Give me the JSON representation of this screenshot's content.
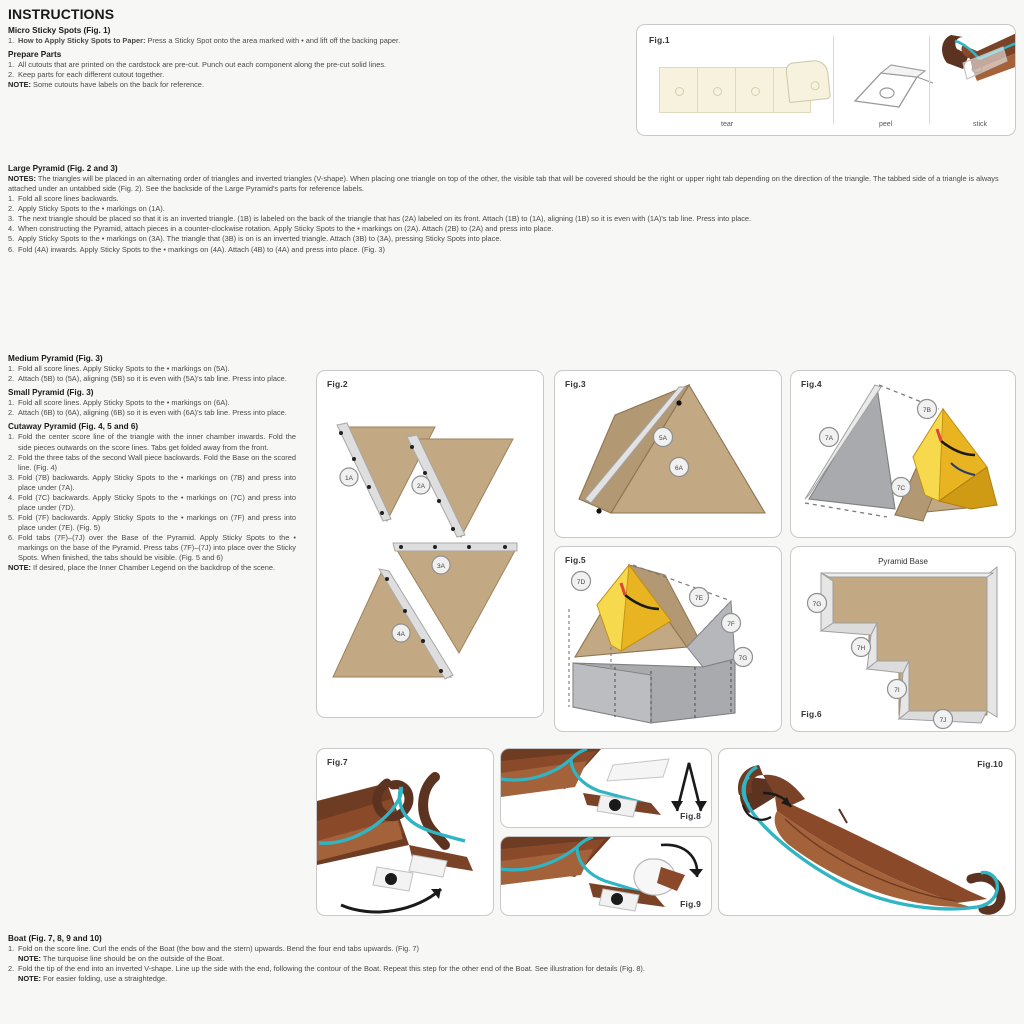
{
  "document": {
    "title": "INSTRUCTIONS"
  },
  "sections": {
    "micro_sticky": {
      "heading": "Micro Sticky Spots (Fig. 1)",
      "steps": [
        {
          "num": "1.",
          "lead": "How to Apply Sticky Spots to Paper:",
          "text": " Press a Sticky Spot onto the area marked with • and lift off the backing paper."
        }
      ]
    },
    "prepare_parts": {
      "heading": "Prepare Parts",
      "steps": [
        {
          "num": "1.",
          "text": "All cutouts that are printed on the cardstock are pre-cut. Punch out each component along the pre-cut solid lines."
        },
        {
          "num": "2.",
          "text": "Keep parts for each different cutout together."
        }
      ],
      "note_label": "NOTE:",
      "note": " Some cutouts have labels on the back for reference."
    },
    "large_pyramid": {
      "heading": "Large Pyramid (Fig. 2 and 3)",
      "notes_label": "NOTES:",
      "notes": " The triangles will be placed in an alternating order of triangles and inverted triangles (V-shape). When placing one triangle on top of the other, the visible tab that will be covered should be the right or upper right tab depending on the direction of the triangle. The tabbed side of a triangle is always attached under an untabbed side (Fig. 2). See the backside of the Large Pyramid's parts for reference labels.",
      "steps": [
        {
          "num": "1.",
          "text": "Fold all score lines backwards."
        },
        {
          "num": "2.",
          "text": "Apply Sticky Spots to the • markings on (1A)."
        },
        {
          "num": "3.",
          "text": "The next triangle should be placed so that it is an inverted triangle. (1B) is labeled on the back of the triangle that has (2A) labeled on its front. Attach (1B) to (1A), aligning (1B) so it is even with (1A)'s tab line. Press into place."
        },
        {
          "num": "4.",
          "text": "When constructing the Pyramid, attach pieces in a counter-clockwise rotation. Apply Sticky Spots to the • markings on (2A). Attach (2B) to (2A) and press into place."
        },
        {
          "num": "5.",
          "text": "Apply Sticky Spots to the • markings on (3A). The triangle that (3B) is on is an inverted triangle. Attach (3B) to (3A), pressing Sticky Spots into place."
        },
        {
          "num": "6.",
          "text": "Fold (4A) inwards. Apply Sticky Spots to the • markings on (4A). Attach (4B) to (4A) and press into place. (Fig. 3)"
        }
      ]
    },
    "medium_pyramid": {
      "heading": "Medium Pyramid (Fig. 3)",
      "steps": [
        {
          "num": "1.",
          "text": "Fold all score lines. Apply Sticky Spots to the • markings on (5A)."
        },
        {
          "num": "2.",
          "text": "Attach (5B) to (5A), aligning (5B) so it is even with (5A)'s tab line. Press into place."
        }
      ]
    },
    "small_pyramid": {
      "heading": "Small Pyramid (Fig. 3)",
      "steps": [
        {
          "num": "1.",
          "text": "Fold all score lines. Apply Sticky Spots to the • markings on (6A)."
        },
        {
          "num": "2.",
          "text": "Attach (6B) to (6A), aligning (6B) so it is even with (6A)'s tab line. Press into place."
        }
      ]
    },
    "cutaway_pyramid": {
      "heading": "Cutaway Pyramid (Fig. 4, 5 and 6)",
      "steps": [
        {
          "num": "1.",
          "text": "Fold the center score line of the triangle with the inner chamber inwards. Fold the side pieces outwards on the score lines. Tabs get folded away from the front."
        },
        {
          "num": "2.",
          "text": "Fold the three tabs of the second Wall piece backwards. Fold the Base on the scored line. (Fig. 4)"
        },
        {
          "num": "3.",
          "text": "Fold (7B) backwards. Apply Sticky Spots to the • markings on (7B) and press into place under (7A)."
        },
        {
          "num": "4.",
          "text": "Fold (7C) backwards. Apply Sticky Spots to the • markings on (7C) and press into place under (7D)."
        },
        {
          "num": "5.",
          "text": "Fold (7F) backwards. Apply Sticky Spots to the • markings on (7F) and press into place under (7E). (Fig. 5)"
        },
        {
          "num": "6.",
          "text": "Fold tabs (7F)–(7J) over the Base of the Pyramid. Apply Sticky Spots to the • markings on the base of the Pyramid. Press tabs (7F)–(7J) into place over the Sticky Spots. When finished, the tabs should be visible. (Fig. 5 and 6)"
        }
      ],
      "note_label": "NOTE:",
      "note": " If desired, place the Inner Chamber Legend on the backdrop of the scene."
    },
    "boat": {
      "heading": "Boat (Fig. 7, 8, 9 and 10)",
      "steps": [
        {
          "num": "1.",
          "text": "Fold on the score line. Curl the ends of the Boat (the bow and the stern) upwards. Bend the four end tabs upwards. (Fig. 7)"
        },
        {
          "num": "2.",
          "text": "Fold the tip of the end into an inverted V-shape. Line up the side with the end, following the contour of the Boat. Repeat this step for the other end of the Boat. See illustration for details (Fig. 8)."
        }
      ],
      "note1_label": "NOTE:",
      "note1": " The turquoise line should be on the outside of the Boat.",
      "note2_label": "NOTE:",
      "note2": " For easier folding, use a straightedge."
    }
  },
  "figures": {
    "fig1": {
      "label": "Fig.1",
      "captions": [
        "tear",
        "peel",
        "stick"
      ]
    },
    "fig2": {
      "label": "Fig.2",
      "callouts": [
        "1A",
        "2A",
        "3A",
        "4A"
      ]
    },
    "fig3": {
      "label": "Fig.3",
      "callouts": [
        "5A",
        "6A"
      ]
    },
    "fig4": {
      "label": "Fig.4",
      "callouts": [
        "7A",
        "7B",
        "7C"
      ]
    },
    "fig5": {
      "label": "Fig.5",
      "callouts": [
        "7D",
        "7E",
        "7F",
        "7G"
      ]
    },
    "fig6": {
      "label": "Fig.6",
      "title": "Pyramid Base",
      "callouts": [
        "7G",
        "7H",
        "7I",
        "7J"
      ]
    },
    "fig7": {
      "label": "Fig.7"
    },
    "fig8": {
      "label": "Fig.8"
    },
    "fig9": {
      "label": "Fig.9"
    },
    "fig10": {
      "label": "Fig.10"
    }
  },
  "colors": {
    "page_bg": "#f7f7f5",
    "panel_border": "#c9c9c9",
    "cardstock": "#c2a883",
    "cardstock_dark": "#ab8f68",
    "tab_gray": "#d8d8d8",
    "wall_gray": "#a9aaad",
    "gold": "#e8b422",
    "gold_light": "#f7d94e",
    "wood_dark": "#5c3220",
    "wood_mid": "#8a4a2a",
    "wood_light": "#b4733f",
    "turquoise": "#2fb5c4",
    "sticky_cream": "#f6f2de"
  }
}
